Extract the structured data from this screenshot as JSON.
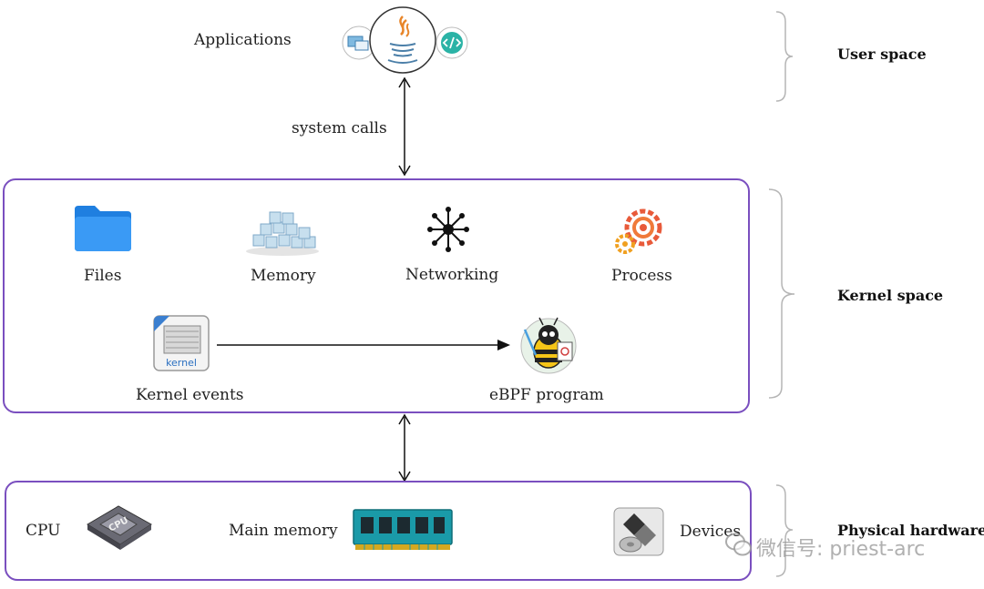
{
  "user_space": {
    "label": "User space",
    "applications_label": "Applications",
    "syscall_label": "system calls"
  },
  "kernel_space": {
    "label": "Kernel space",
    "items": [
      {
        "label": "Files",
        "icon": "folder-icon"
      },
      {
        "label": "Memory",
        "icon": "memory-cubes-icon"
      },
      {
        "label": "Networking",
        "icon": "network-hub-icon"
      },
      {
        "label": "Process",
        "icon": "process-gears-icon"
      }
    ],
    "kernel_events_label": "Kernel events",
    "ebpf_label": "eBPF program"
  },
  "hardware": {
    "label": "Physical hardware",
    "cpu_label": "CPU",
    "cpu_chip_text": "CPU",
    "main_memory_label": "Main memory",
    "devices_label": "Devices"
  },
  "icon_text": {
    "kernel": "kernel"
  },
  "watermark": "微信号: priest-arc",
  "colors": {
    "box_border": "#7a4fbf",
    "bracket": "#b5b5b5",
    "folder": "#2f8ff0",
    "java_orange": "#e8862a",
    "java_blue": "#4b7fa8",
    "teal": "#2bb3a6"
  }
}
